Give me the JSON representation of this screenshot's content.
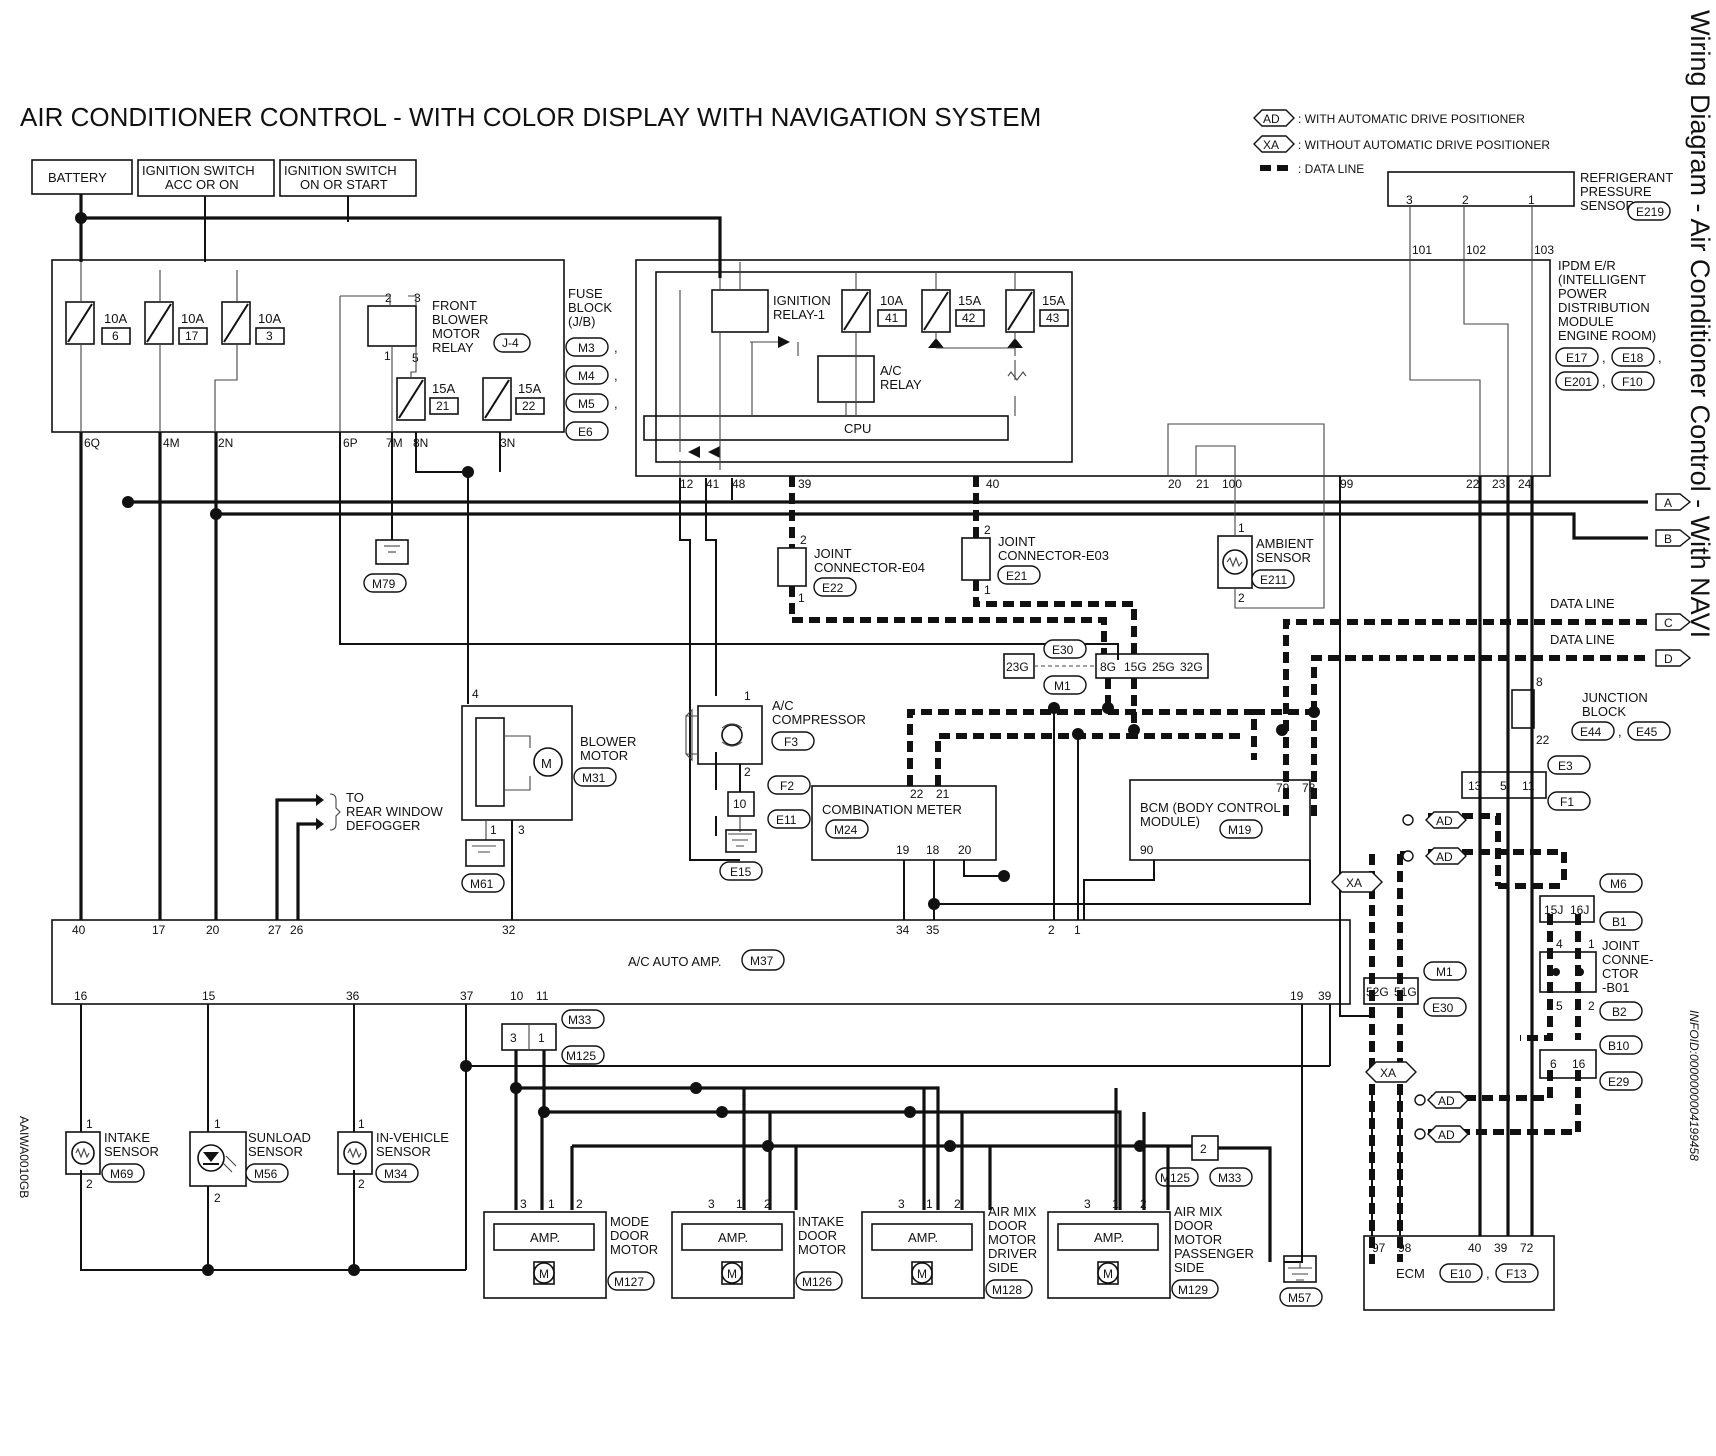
{
  "title": "AIR CONDITIONER CONTROL - WITH COLOR DISPLAY WITH NAVIGATION SYSTEM",
  "side_title": "Wiring Diagram - Air Conditioner Control - With NAVI",
  "side_code": "AAIWA0010GB",
  "info_id": "INFOID:0000000004199458",
  "legend": {
    "ad_tag": "AD",
    "ad_text": ": WITH AUTOMATIC DRIVE POSITIONER",
    "xa_tag": "XA",
    "xa_text": ": WITHOUT AUTOMATIC DRIVE POSITIONER",
    "data_text": ": DATA LINE"
  },
  "power": {
    "battery": "BATTERY",
    "ign_acc_1": "IGNITION SWITCH",
    "ign_acc_2": "ACC OR ON",
    "ign_on_1": "IGNITION SWITCH",
    "ign_on_2": "ON OR START"
  },
  "fuse_block": {
    "label_1": "FUSE",
    "label_2": "BLOCK",
    "label_3": "(J/B)",
    "connectors": [
      "M3",
      "M4",
      "M5",
      "E6"
    ],
    "fuses": [
      {
        "amp": "10A",
        "no": "6"
      },
      {
        "amp": "10A",
        "no": "17"
      },
      {
        "amp": "10A",
        "no": "3"
      },
      {
        "amp": "15A",
        "no": "21"
      },
      {
        "amp": "15A",
        "no": "22"
      }
    ],
    "relay": {
      "l1": "FRONT",
      "l2": "BLOWER",
      "l3": "MOTOR",
      "l4": "RELAY",
      "id": "J-4"
    },
    "pins": [
      "6Q",
      "4M",
      "2N",
      "6P",
      "7M",
      "8N",
      "3N"
    ]
  },
  "ipdm": {
    "l1": "IPDM E/R",
    "l2": "(INTELLIGENT",
    "l3": "POWER",
    "l4": "DISTRIBUTION",
    "l5": "MODULE",
    "l6": "ENGINE ROOM)",
    "connectors": [
      "E17",
      "E18",
      "E201",
      "F10"
    ],
    "relay1_l1": "IGNITION",
    "relay1_l2": "RELAY-1",
    "ac_relay_l1": "A/C",
    "ac_relay_l2": "RELAY",
    "cpu": "CPU",
    "fuses": [
      {
        "amp": "10A",
        "no": "41"
      },
      {
        "amp": "15A",
        "no": "42"
      },
      {
        "amp": "15A",
        "no": "43"
      }
    ],
    "pins": [
      "12",
      "41",
      "48",
      "39",
      "40",
      "20",
      "21",
      "100",
      "99",
      "22",
      "23",
      "24",
      "101",
      "102",
      "103"
    ]
  },
  "refrig": {
    "l1": "REFRIGERANT",
    "l2": "PRESSURE",
    "l3": "SENSOR",
    "id": "E219",
    "pins": [
      "3",
      "2",
      "1"
    ]
  },
  "joint_e04": {
    "l1": "JOINT",
    "l2": "CONNECTOR-E04",
    "id": "E22",
    "p1": "2",
    "p2": "1"
  },
  "joint_e03": {
    "l1": "JOINT",
    "l2": "CONNECTOR-E03",
    "id": "E21",
    "p1": "2",
    "p2": "1"
  },
  "ambient": {
    "l1": "AMBIENT",
    "l2": "SENSOR",
    "id": "E211",
    "p1": "1",
    "p2": "2"
  },
  "data_lines": [
    "DATA LINE",
    "DATA LINE"
  ],
  "offpage": [
    "A",
    "B",
    "C",
    "D"
  ],
  "inline_e30": {
    "id_top": "E30",
    "id_bot": "M1",
    "pins": [
      "23G",
      "8G",
      "15G",
      "25G",
      "32G"
    ]
  },
  "junction_block": {
    "l1": "JUNCTION",
    "l2": "BLOCK",
    "ids": [
      "E44",
      "E45"
    ],
    "p_top": "8",
    "p_bot": "22"
  },
  "e3_conn": {
    "id_top": "E3",
    "id_bot": "F1",
    "pins": [
      "13",
      "5",
      "11"
    ]
  },
  "compressor": {
    "l1": "A/C",
    "l2": "COMPRESSOR",
    "id": "F3",
    "p1": "1",
    "p2": "2",
    "ids2": [
      "F2",
      "E11"
    ],
    "p3": "10",
    "ground": "E15"
  },
  "blower": {
    "l1": "BLOWER",
    "l2": "MOTOR",
    "id": "M31",
    "p1": "4",
    "p2": "1",
    "p3": "3",
    "ground": "M61",
    "m": "M"
  },
  "m79": "M79",
  "defogger": {
    "l1": "TO",
    "l2": "REAR WINDOW",
    "l3": "DEFOGGER"
  },
  "meter": {
    "l1": "COMBINATION METER",
    "id": "M24",
    "pins": [
      "22",
      "21",
      "19",
      "18",
      "20"
    ]
  },
  "bcm": {
    "l1": "BCM (BODY CONTROL",
    "l2": "MODULE)",
    "id": "M19",
    "pins": [
      "79",
      "78",
      "90"
    ]
  },
  "ecm": {
    "label": "ECM",
    "ids": [
      "E10",
      "F13"
    ],
    "pins": [
      "97",
      "98",
      "40",
      "39",
      "72"
    ]
  },
  "right_conns": {
    "m6": "M6",
    "b1": "B1",
    "p15j": "15J",
    "p16j": "16J",
    "joint_l1": "JOINT",
    "joint_l2": "CONNE-",
    "joint_l3": "CTOR",
    "joint_l4": "-B01",
    "b2": "B2",
    "b10": "B10",
    "e29": "E29",
    "p4": "4",
    "p1": "1",
    "p5": "5",
    "p2": "2",
    "p6": "6",
    "p16": "16",
    "m1": "M1",
    "e30": "E30",
    "p52g": "52G",
    "p51g": "51G"
  },
  "ad_tags": [
    "AD",
    "AD",
    "AD",
    "AD"
  ],
  "xa_tags": [
    "XA",
    "XA"
  ],
  "amp": {
    "label": "A/C AUTO AMP.",
    "id": "M37",
    "top_pins": [
      "40",
      "17",
      "20",
      "27",
      "26",
      "32",
      "34",
      "35",
      "2",
      "1"
    ],
    "bot_pins": [
      "16",
      "15",
      "36",
      "37",
      "10",
      "11",
      "19",
      "39"
    ]
  },
  "m33": {
    "ids": [
      "M33",
      "M125"
    ],
    "pins": [
      "3",
      "1"
    ],
    "p2": "2",
    "ids2": [
      "M125",
      "M33"
    ]
  },
  "sensors": [
    {
      "l1": "INTAKE",
      "l2": "SENSOR",
      "id": "M69",
      "p1": "1",
      "p2": "2"
    },
    {
      "l1": "SUNLOAD",
      "l2": "SENSOR",
      "id": "M56",
      "p1": "1",
      "p2": "2"
    },
    {
      "l1": "IN-VEHICLE",
      "l2": "SENSOR",
      "id": "M34",
      "p1": "1",
      "p2": "2"
    }
  ],
  "motors": [
    {
      "l1": "MODE",
      "l2": "DOOR",
      "l3": "MOTOR",
      "l4": "",
      "l5": "",
      "id": "M127"
    },
    {
      "l1": "INTAKE",
      "l2": "DOOR",
      "l3": "MOTOR",
      "l4": "",
      "l5": "",
      "id": "M126"
    },
    {
      "l1": "AIR MIX",
      "l2": "DOOR",
      "l3": "MOTOR",
      "l4": "DRIVER",
      "l5": "SIDE",
      "id": "M128"
    },
    {
      "l1": "AIR MIX",
      "l2": "DOOR",
      "l3": "MOTOR",
      "l4": "PASSENGER",
      "l5": "SIDE",
      "id": "M129"
    }
  ],
  "motor_amp": "AMP.",
  "motor_m": "M",
  "motor_pins": [
    "3",
    "1",
    "2"
  ],
  "m57": "M57"
}
